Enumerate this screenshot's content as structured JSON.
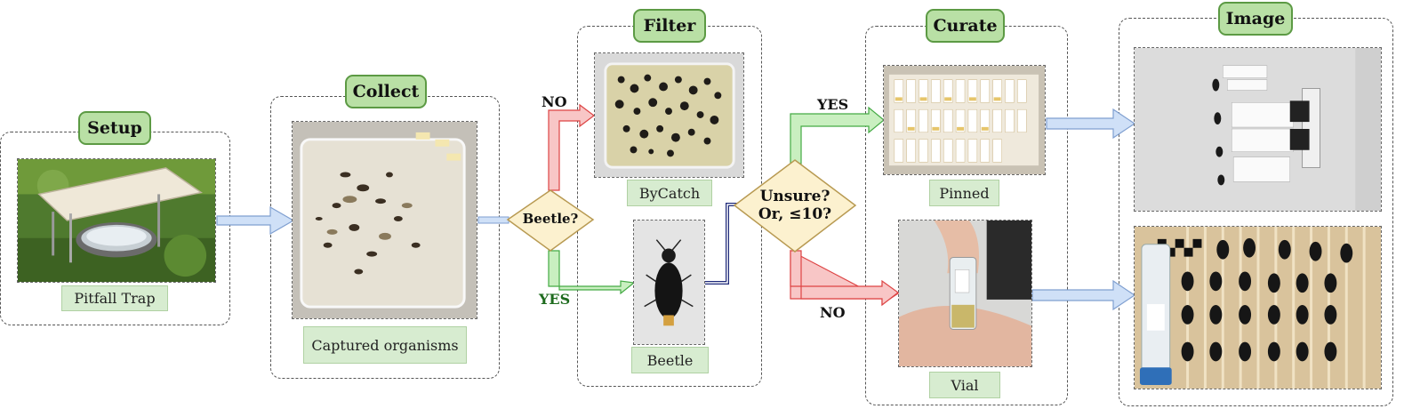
{
  "stages": {
    "setup": {
      "title": "Setup",
      "caption": "Pitfall Trap"
    },
    "collect": {
      "title": "Collect",
      "caption": "Captured organisms"
    },
    "filter": {
      "title": "Filter",
      "caption_top": "ByCatch",
      "caption_bottom": "Beetle"
    },
    "curate": {
      "title": "Curate",
      "caption_top": "Pinned",
      "caption_bottom": "Vial"
    },
    "image": {
      "title": "Image"
    }
  },
  "decisions": {
    "beetle": {
      "question": "Beetle?",
      "no_label": "NO",
      "yes_label": "YES"
    },
    "unsure": {
      "line1": "Unsure?",
      "line2": "Or, ≤10?",
      "yes_label": "YES",
      "no_label": "NO"
    }
  },
  "colors": {
    "title_fill": "#b9e0a5",
    "title_border": "#5c9a44",
    "caption_fill": "#d7ecd0",
    "diamond_fill": "#fcf1cf",
    "diamond_border": "#b89a52",
    "arrow_blue": "#cfe0f7",
    "arrow_red": "#f8c6c6",
    "arrow_green": "#c9efc0",
    "yes_text": "#1e6b1e",
    "no_text": "#111111"
  }
}
